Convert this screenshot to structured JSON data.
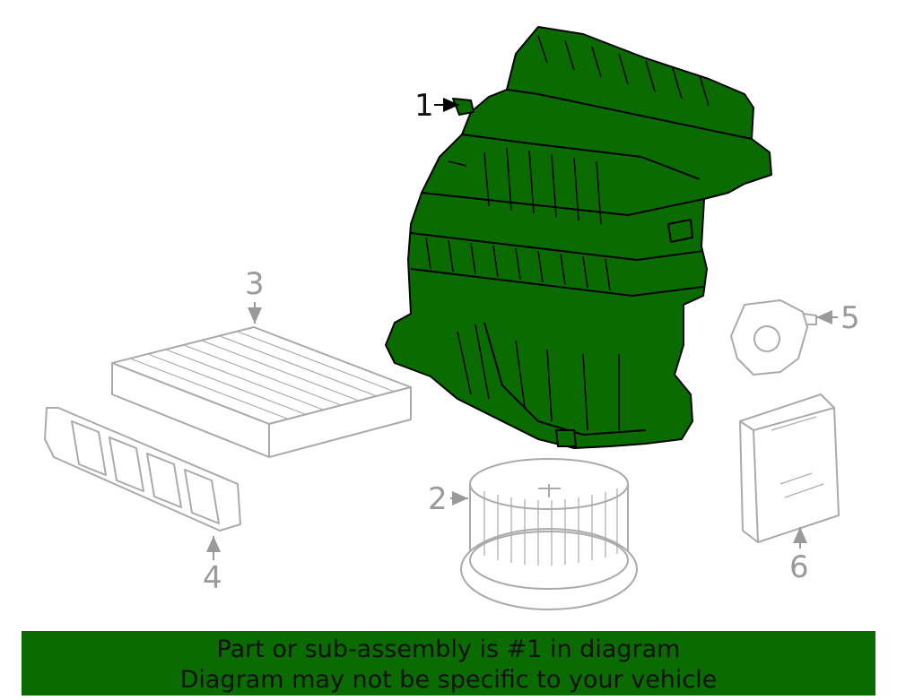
{
  "callouts": {
    "c1": "1",
    "c2": "2",
    "c3": "3",
    "c4": "4",
    "c5": "5",
    "c6": "6"
  },
  "banner": {
    "line1": "Part or sub-assembly is #1 in diagram",
    "line2": "Diagram may not be specific to your vehicle"
  },
  "colors": {
    "highlight": "#0a6b00",
    "outline": "#000000",
    "line_gray": "#aaaaaa"
  }
}
